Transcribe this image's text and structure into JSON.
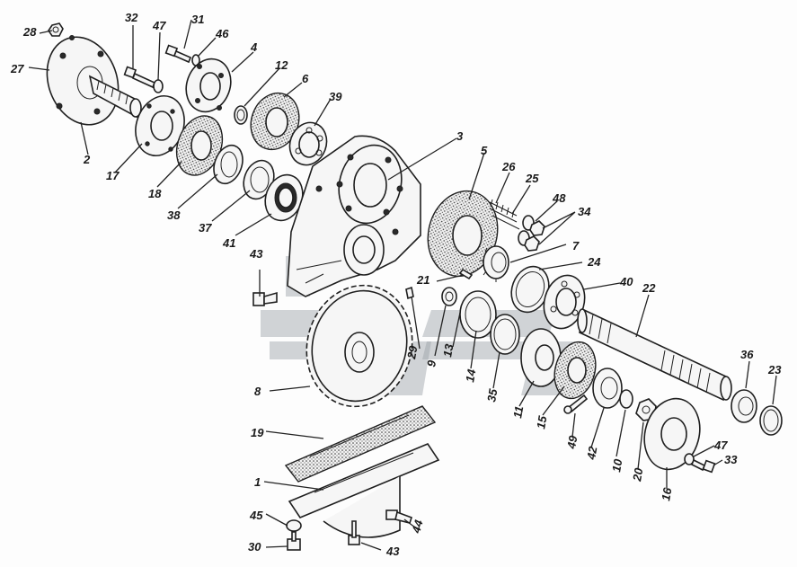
{
  "labels": [
    {
      "text": "28"
    },
    {
      "text": "27"
    },
    {
      "text": "32"
    },
    {
      "text": "47"
    },
    {
      "text": "31"
    },
    {
      "text": "46"
    },
    {
      "text": "4"
    },
    {
      "text": "12"
    },
    {
      "text": "6"
    },
    {
      "text": "39"
    },
    {
      "text": "2"
    },
    {
      "text": "17"
    },
    {
      "text": "18"
    },
    {
      "text": "38"
    },
    {
      "text": "37"
    },
    {
      "text": "41"
    },
    {
      "text": "3"
    },
    {
      "text": "5"
    },
    {
      "text": "26"
    },
    {
      "text": "25"
    },
    {
      "text": "48"
    },
    {
      "text": "34"
    },
    {
      "text": "7"
    },
    {
      "text": "24"
    },
    {
      "text": "21"
    },
    {
      "text": "43"
    },
    {
      "text": "40"
    },
    {
      "text": "22"
    },
    {
      "text": "29"
    },
    {
      "text": "9"
    },
    {
      "text": "13"
    },
    {
      "text": "14"
    },
    {
      "text": "35"
    },
    {
      "text": "11"
    },
    {
      "text": "15"
    },
    {
      "text": "8"
    },
    {
      "text": "36"
    },
    {
      "text": "23"
    },
    {
      "text": "19"
    },
    {
      "text": "49"
    },
    {
      "text": "42"
    },
    {
      "text": "10"
    },
    {
      "text": "20"
    },
    {
      "text": "16"
    },
    {
      "text": "47"
    },
    {
      "text": "33"
    },
    {
      "text": "1"
    },
    {
      "text": "45"
    },
    {
      "text": "44"
    },
    {
      "text": "30"
    },
    {
      "text": "43"
    }
  ]
}
